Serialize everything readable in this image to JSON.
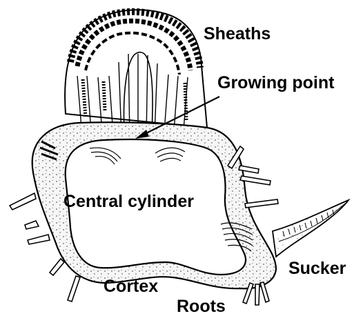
{
  "labels": {
    "sheaths": "Sheaths",
    "growing_point": "Growing point",
    "central_cylinder": "Central cylinder",
    "cortex": "Cortex",
    "roots": "Roots",
    "sucker": "Sucker"
  }
}
